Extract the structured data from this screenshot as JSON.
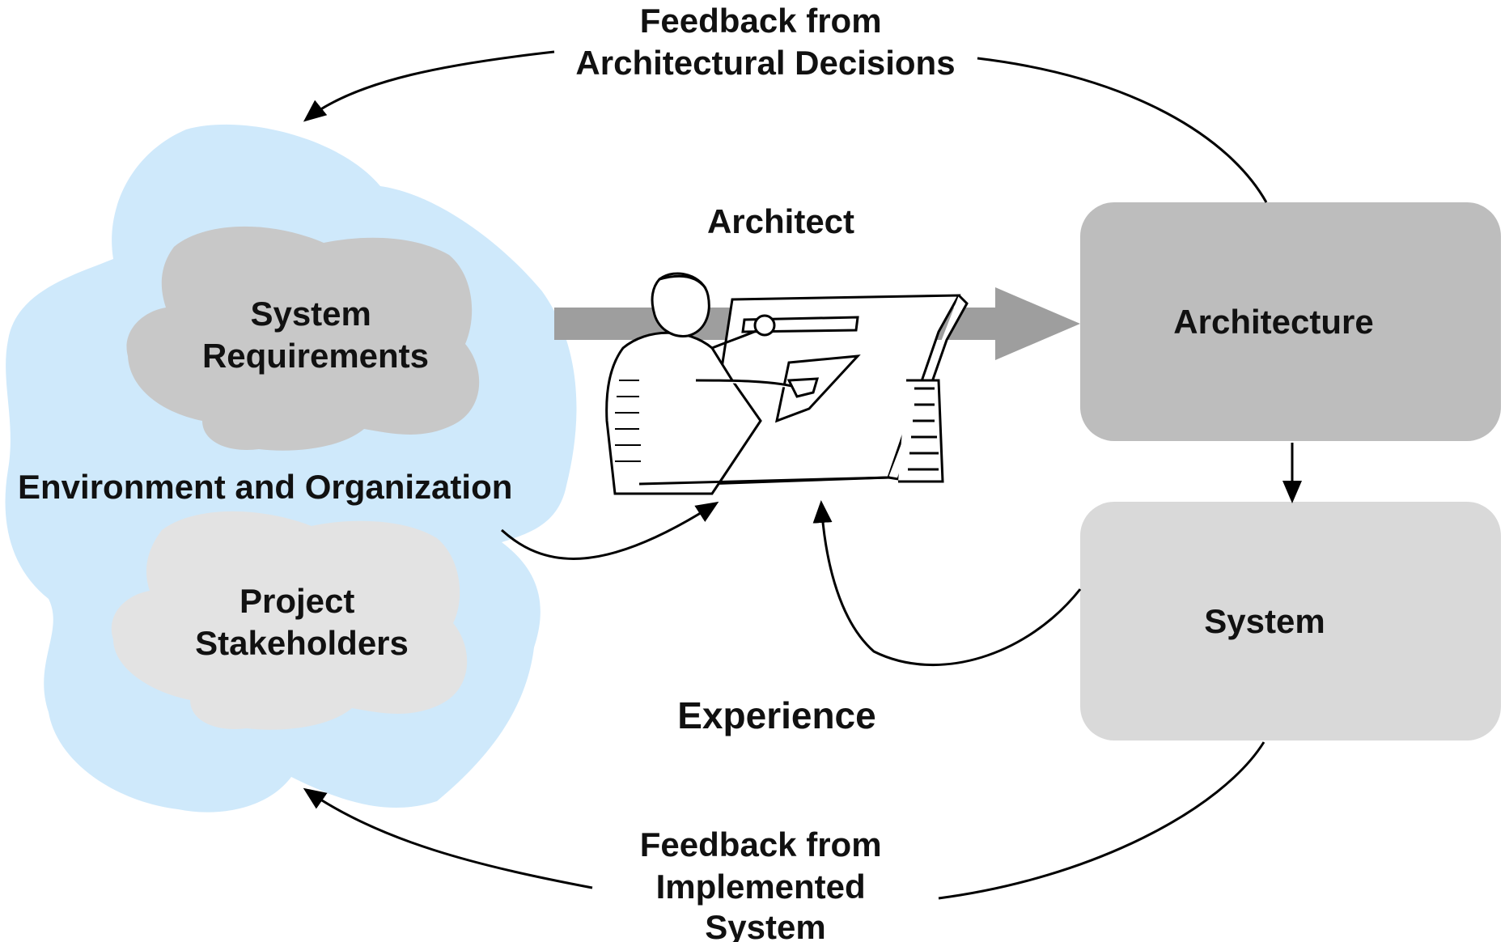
{
  "colors": {
    "environment_cloud": "#cfe9fb",
    "requirements_cloud": "#c8c8c8",
    "stakeholders_cloud": "#e3e3e3",
    "architecture_box": "#bdbdbd",
    "system_box": "#d9d9d9",
    "main_flow_arrow": "#9e9e9e",
    "connectors": "#000000"
  },
  "icons": {
    "architect": "architect-at-drafting-table-icon"
  },
  "labels": {
    "feedback_architectural": [
      "Feedback from",
      "Architectural Decisions"
    ],
    "architect": "Architect",
    "system_requirements": [
      "System",
      "Requirements"
    ],
    "environment": "Environment and Organization",
    "project_stakeholders": [
      "Project",
      "Stakeholders"
    ],
    "architecture": "Architecture",
    "system": "System",
    "experience": "Experience",
    "feedback_implemented": [
      "Feedback from",
      "Implemented",
      "System"
    ]
  }
}
